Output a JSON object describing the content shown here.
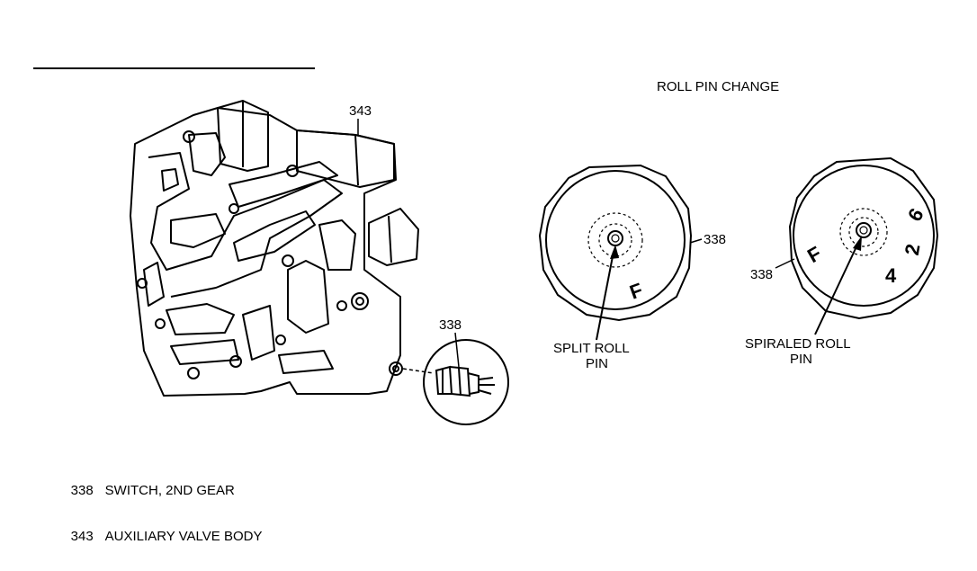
{
  "title_text": "ROLL PIN CHANGE",
  "callouts": {
    "valve_body": "343",
    "switch_inset": "338",
    "switch_left_disc": "338",
    "switch_right_disc": "338"
  },
  "split_pin": {
    "line1": "SPLIT ROLL",
    "line2": "PIN",
    "face_mark": "F"
  },
  "spiraled_pin": {
    "line1": "SPIRALED ROLL",
    "line2": "PIN",
    "marks": [
      "F",
      "6",
      "2",
      "4"
    ]
  },
  "legend": [
    {
      "number": "338",
      "text": "SWITCH, 2ND GEAR"
    },
    {
      "number": "343",
      "text": "AUXILIARY VALVE BODY"
    }
  ],
  "colors": {
    "ink": "#000000",
    "paper": "#ffffff"
  }
}
